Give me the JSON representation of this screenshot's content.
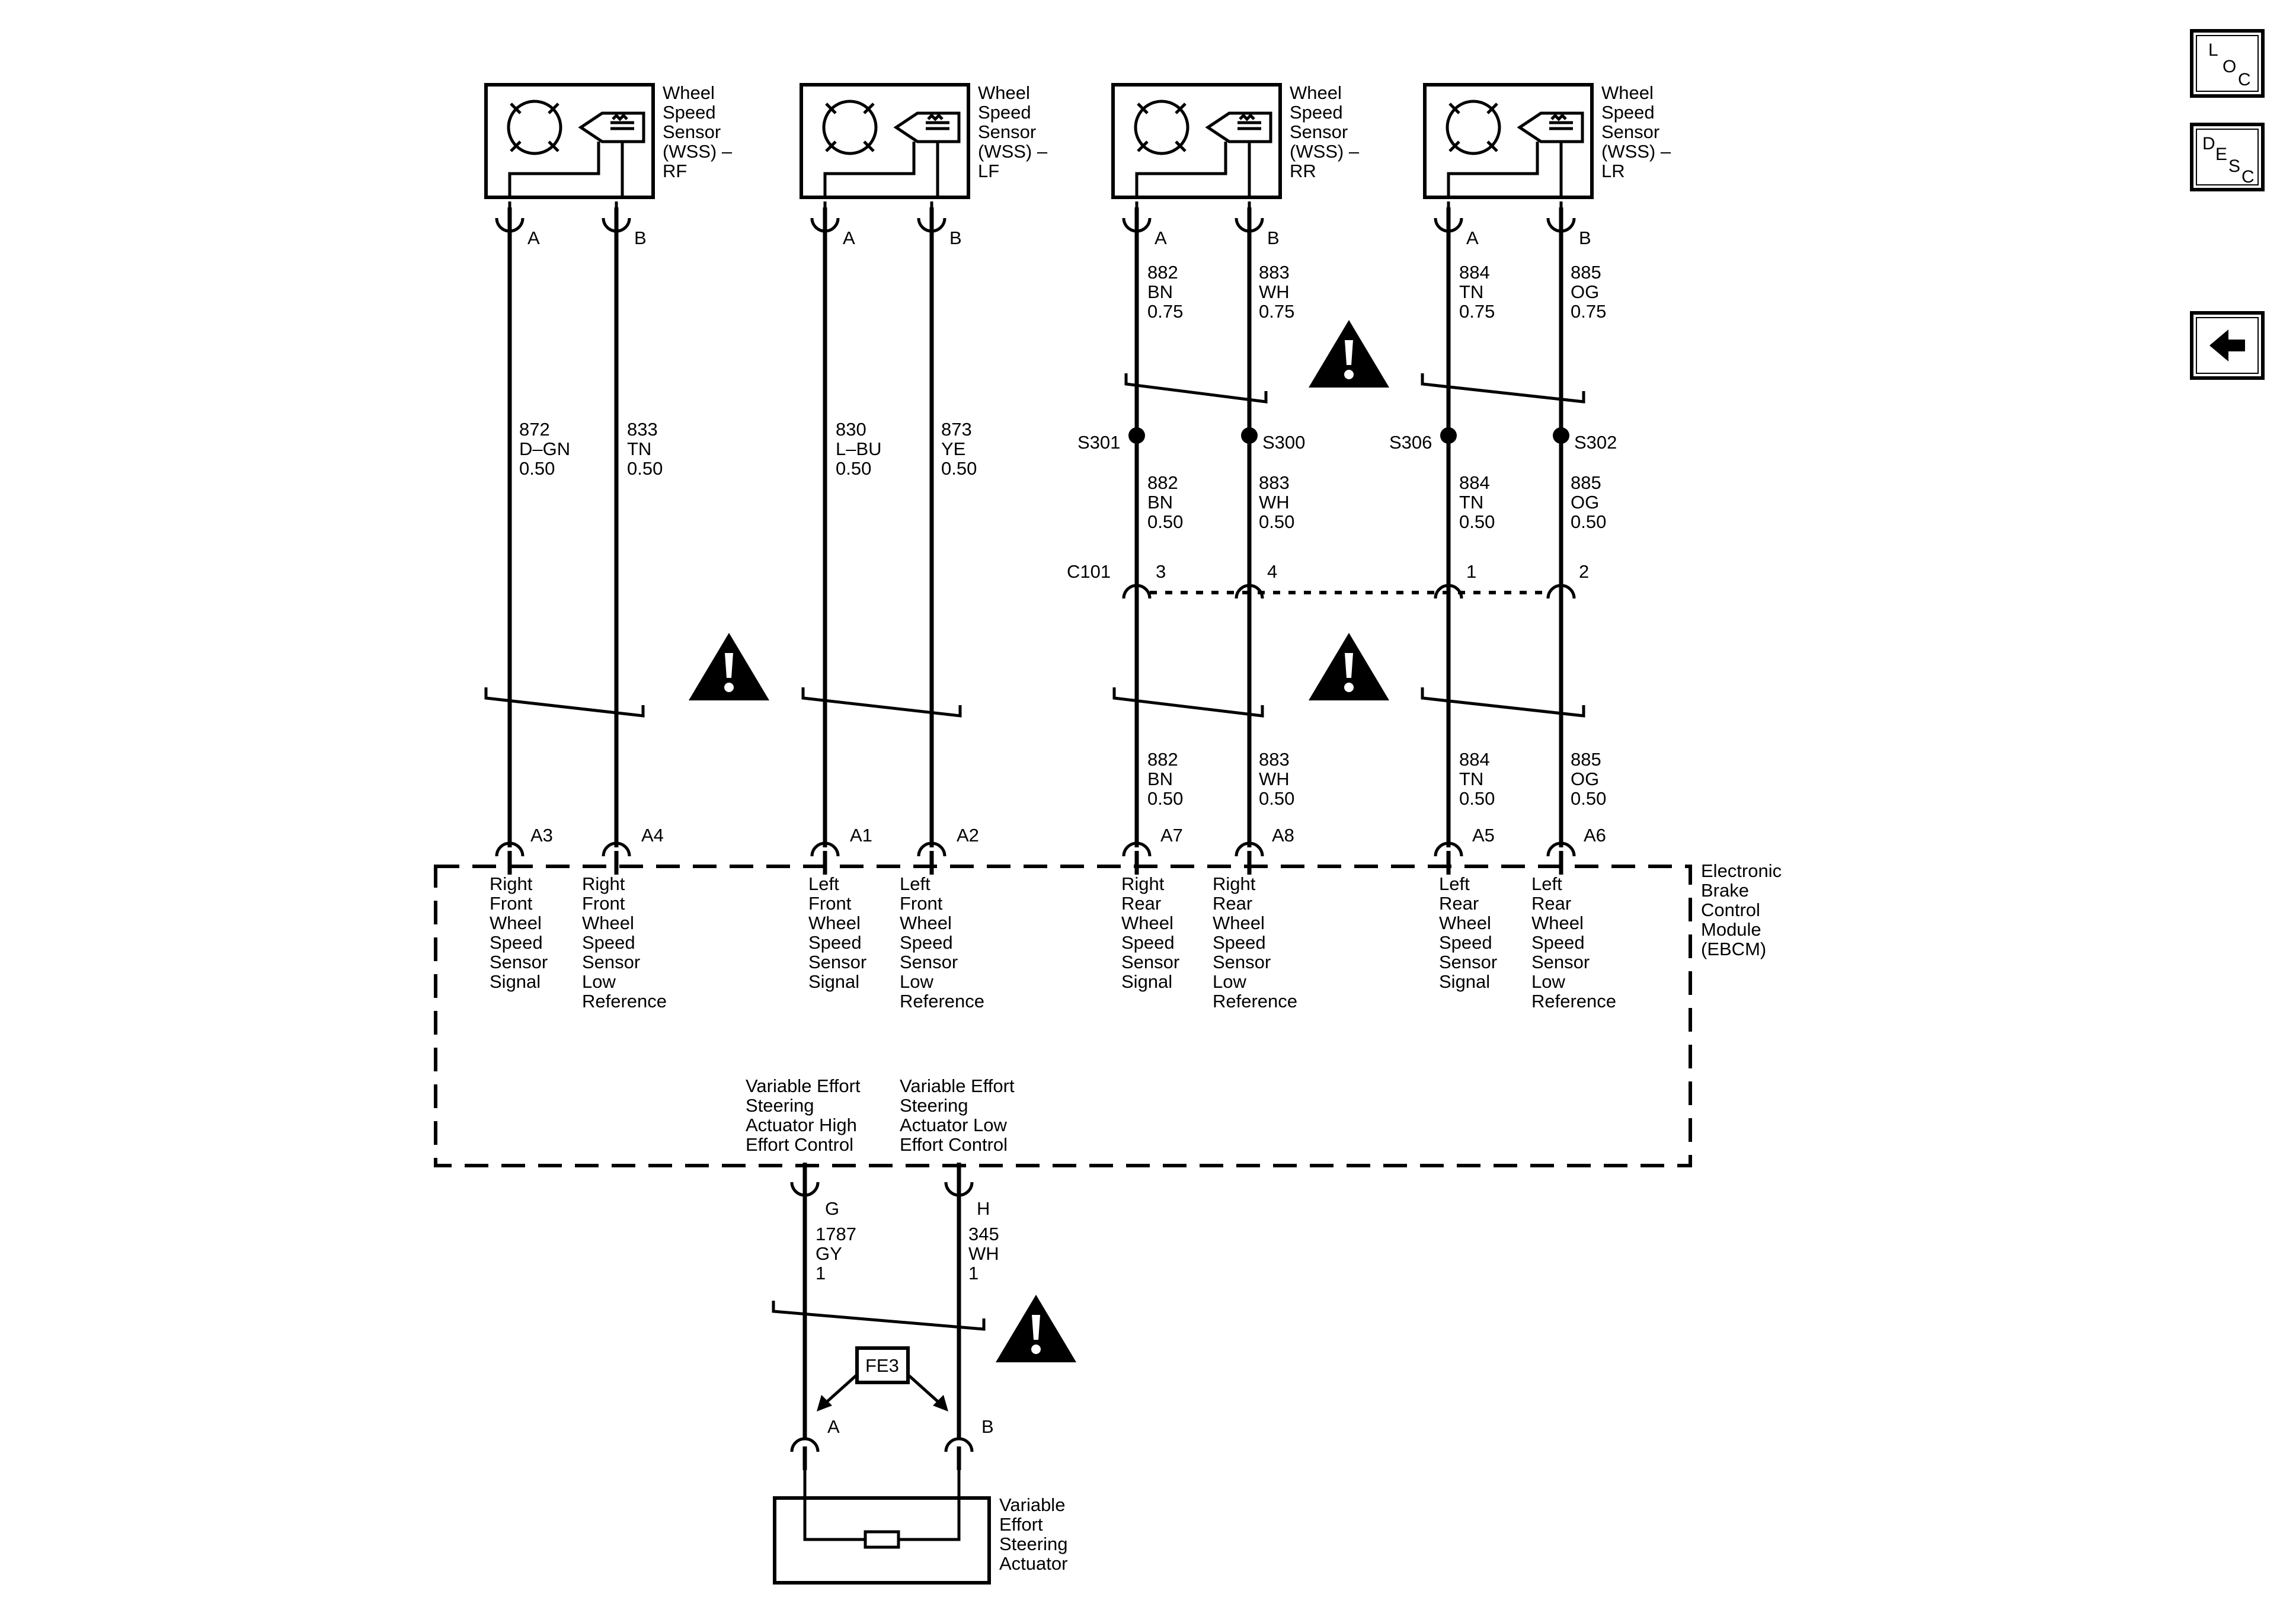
{
  "sensors": [
    {
      "label": [
        "Wheel",
        "Speed",
        "Sensor",
        "(WSS) –",
        "RF"
      ],
      "pin_a": "A",
      "pin_b": "B"
    },
    {
      "label": [
        "Wheel",
        "Speed",
        "Sensor",
        "(WSS) –",
        "LF"
      ],
      "pin_a": "A",
      "pin_b": "B"
    },
    {
      "label": [
        "Wheel",
        "Speed",
        "Sensor",
        "(WSS) –",
        "RR"
      ],
      "pin_a": "A",
      "pin_b": "B"
    },
    {
      "label": [
        "Wheel",
        "Speed",
        "Sensor",
        "(WSS) –",
        "LR"
      ],
      "pin_a": "A",
      "pin_b": "B"
    }
  ],
  "wires_front": [
    {
      "circuit": "872",
      "color": "D–GN",
      "gauge": "0.50"
    },
    {
      "circuit": "833",
      "color": "TN",
      "gauge": "0.50"
    },
    {
      "circuit": "830",
      "color": "L–BU",
      "gauge": "0.50"
    },
    {
      "circuit": "873",
      "color": "YE",
      "gauge": "0.50"
    }
  ],
  "wires_rear_upper": [
    {
      "circuit": "882",
      "color": "BN",
      "gauge": "0.75"
    },
    {
      "circuit": "883",
      "color": "WH",
      "gauge": "0.75"
    },
    {
      "circuit": "884",
      "color": "TN",
      "gauge": "0.75"
    },
    {
      "circuit": "885",
      "color": "OG",
      "gauge": "0.75"
    }
  ],
  "splices": [
    "S301",
    "S300",
    "S306",
    "S302"
  ],
  "wires_rear_mid": [
    {
      "circuit": "882",
      "color": "BN",
      "gauge": "0.50"
    },
    {
      "circuit": "883",
      "color": "WH",
      "gauge": "0.50"
    },
    {
      "circuit": "884",
      "color": "TN",
      "gauge": "0.50"
    },
    {
      "circuit": "885",
      "color": "OG",
      "gauge": "0.50"
    }
  ],
  "connector_c101": {
    "name": "C101",
    "pins": [
      "3",
      "4",
      "1",
      "2"
    ]
  },
  "wires_rear_lower": [
    {
      "circuit": "882",
      "color": "BN",
      "gauge": "0.50"
    },
    {
      "circuit": "883",
      "color": "WH",
      "gauge": "0.50"
    },
    {
      "circuit": "884",
      "color": "TN",
      "gauge": "0.50"
    },
    {
      "circuit": "885",
      "color": "OG",
      "gauge": "0.50"
    }
  ],
  "ebcm": {
    "name": [
      "Electronic",
      "Brake",
      "Control",
      "Module",
      "(EBCM)"
    ],
    "pins": [
      "A3",
      "A4",
      "A1",
      "A2",
      "A7",
      "A8",
      "A5",
      "A6"
    ],
    "functions": [
      [
        "Right",
        "Front",
        "Wheel",
        "Speed",
        "Sensor",
        "Signal"
      ],
      [
        "Right",
        "Front",
        "Wheel",
        "Speed",
        "Sensor",
        "Low",
        "Reference"
      ],
      [
        "Left",
        "Front",
        "Wheel",
        "Speed",
        "Sensor",
        "Signal"
      ],
      [
        "Left",
        "Front",
        "Wheel",
        "Speed",
        "Sensor",
        "Low",
        "Reference"
      ],
      [
        "Right",
        "Rear",
        "Wheel",
        "Speed",
        "Sensor",
        "Signal"
      ],
      [
        "Right",
        "Rear",
        "Wheel",
        "Speed",
        "Sensor",
        "Low",
        "Reference"
      ],
      [
        "Left",
        "Rear",
        "Wheel",
        "Speed",
        "Sensor",
        "Signal"
      ],
      [
        "Left",
        "Rear",
        "Wheel",
        "Speed",
        "Sensor",
        "Low",
        "Reference"
      ]
    ],
    "steering_functions": [
      [
        "Variable Effort",
        "Steering",
        "Actuator High",
        "Effort Control"
      ],
      [
        "Variable Effort",
        "Steering",
        "Actuator Low",
        "Effort Control"
      ]
    ],
    "steering_pins": [
      "G",
      "H"
    ]
  },
  "steering_wires": [
    {
      "circuit": "1787",
      "color": "GY",
      "gauge": "1"
    },
    {
      "circuit": "345",
      "color": "WH",
      "gauge": "1"
    }
  ],
  "option_code": "FE3",
  "actuator": {
    "label": [
      "Variable",
      "Effort",
      "Steering",
      "Actuator"
    ],
    "pin_a": "A",
    "pin_b": "B"
  },
  "nav": {
    "loc": [
      "L",
      "O",
      "C"
    ],
    "desc": [
      "D",
      "E",
      "S",
      "C"
    ],
    "back_icon": "left-arrow-icon"
  },
  "warning_icon": "exclamation-triangle-icon"
}
